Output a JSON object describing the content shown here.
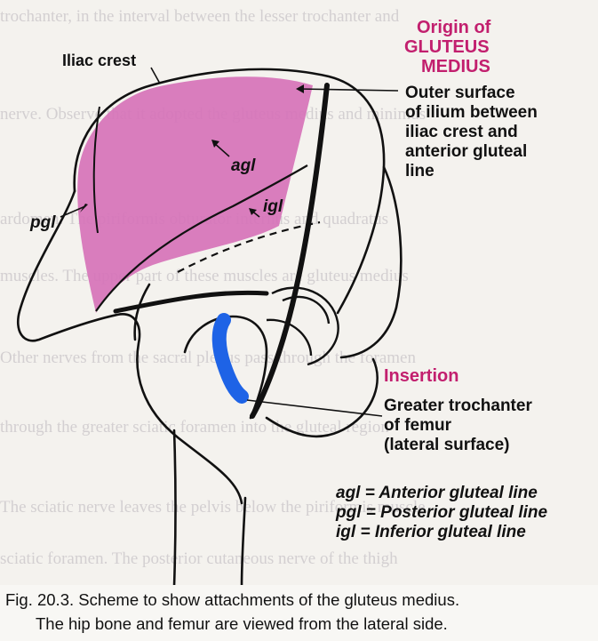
{
  "labels": {
    "origin_title_1": "Origin of",
    "origin_title_2": "GLUTEUS",
    "origin_title_3": "MEDIUS",
    "origin_desc_1": "Outer surface",
    "origin_desc_2": "of ilium between",
    "origin_desc_3": "iliac crest and",
    "origin_desc_4": "anterior gluteal",
    "origin_desc_5": "line",
    "iliac_crest": "Iliac crest",
    "agl": "agl",
    "igl": "igl",
    "pgl": "pgl",
    "insertion_title": "Insertion",
    "insertion_desc_1": "Greater trochanter",
    "insertion_desc_2": "of femur",
    "insertion_desc_3": "(lateral surface)"
  },
  "legend": [
    "agl = Anterior gluteal line",
    "pgl = Posterior gluteal line",
    "igl = Inferior gluteal line"
  ],
  "caption": {
    "line1": "Fig. 20.3. Scheme to show attachments of the gluteus medius.",
    "line2": "The hip bone and femur are viewed from the lateral side."
  },
  "colors": {
    "origin_area": "#d673b8",
    "insertion_area": "#1e63e6",
    "title_accent": "#c21f6e"
  }
}
